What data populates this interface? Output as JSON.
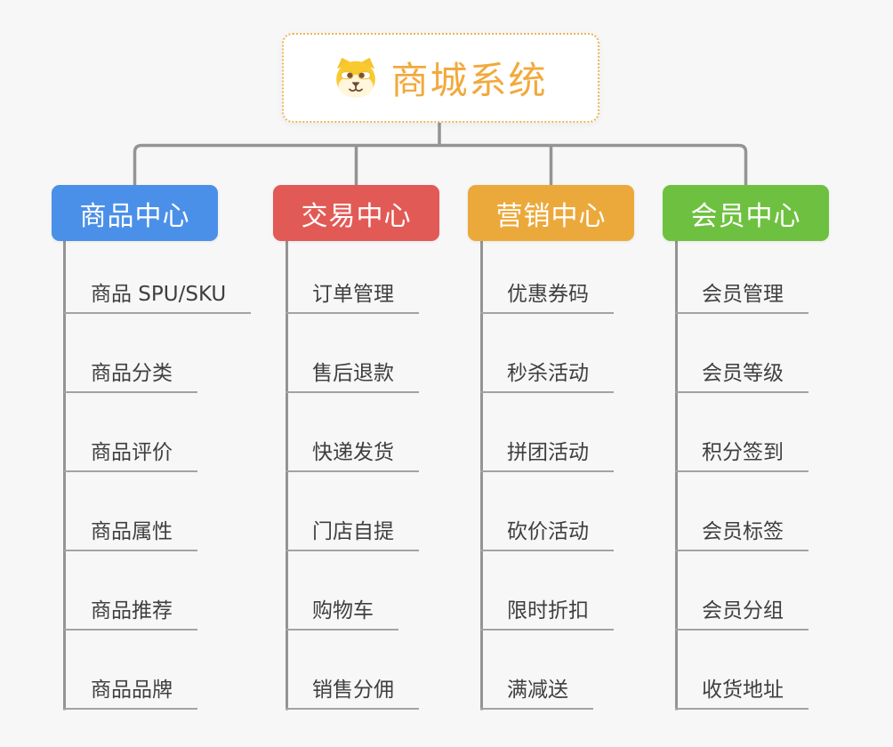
{
  "root": {
    "title": "商城系统",
    "icon": "shiba-dog-icon"
  },
  "colors": {
    "background": "#f7f7f7",
    "connector": "#949494",
    "underline": "#a3a3a3",
    "root_text": "#F2A93C",
    "root_border": "#EDB45B"
  },
  "branches": [
    {
      "label": "商品中心",
      "color": "#4B90E8",
      "items": [
        "商品 SPU/SKU",
        "商品分类",
        "商品评价",
        "商品属性",
        "商品推荐",
        "商品品牌"
      ]
    },
    {
      "label": "交易中心",
      "color": "#E25A55",
      "items": [
        "订单管理",
        "售后退款",
        "快递发货",
        "门店自提",
        "购物车",
        "销售分佣"
      ]
    },
    {
      "label": "营销中心",
      "color": "#ECA93B",
      "items": [
        "优惠券码",
        "秒杀活动",
        "拼团活动",
        "砍价活动",
        "限时折扣",
        "满减送"
      ]
    },
    {
      "label": "会员中心",
      "color": "#6EC140",
      "items": [
        "会员管理",
        "会员等级",
        "积分签到",
        "会员标签",
        "会员分组",
        "收货地址"
      ]
    }
  ]
}
